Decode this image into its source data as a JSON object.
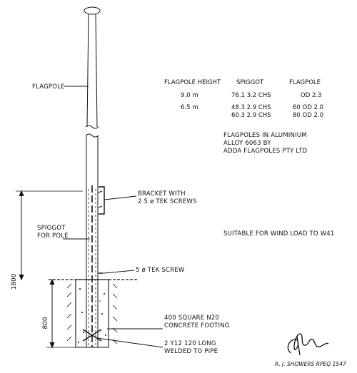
{
  "labels": {
    "flagpole": "FLAGPOLE",
    "bracket": "BRACKET WITH\n2 5 ø TEK SCREWS",
    "spiggot_for_pole": "SPIGGOT\nFOR POLE",
    "tek_screw": "5 ø TEK SCREW",
    "footing": "400 SQUARE N20\nCONCRETE FOOTING",
    "bars": "2 Y12 120 LONG\nWELDED TO PIPE",
    "wind": "SUITABLE FOR WIND LOAD TO W41",
    "aluminium_note": "FLAGPOLES IN ALUMINIUM\nALLOY 6063 BY\nADDA FLAGPOLES PTY LTD"
  },
  "table": {
    "headers": [
      "FLAGPOLE HEIGHT",
      "SPIGGOT",
      "FLAGPOLE"
    ],
    "rows": [
      {
        "height": "9.0 m",
        "spiggot": "76.1 3.2 CHS",
        "flagpole": "OD 2.3"
      },
      {
        "height": "6.5 m",
        "spiggot": "48.3 2.9 CHS",
        "flagpole": "60 OD 2.0"
      },
      {
        "height": "",
        "spiggot": "60.3 2.9 CHS",
        "flagpole": "80 OD 2.0"
      }
    ]
  },
  "dimensions": {
    "total": "1800",
    "footing_depth": "800"
  },
  "signature": {
    "text": "R. J. SHOWERS RPEQ 1547"
  }
}
